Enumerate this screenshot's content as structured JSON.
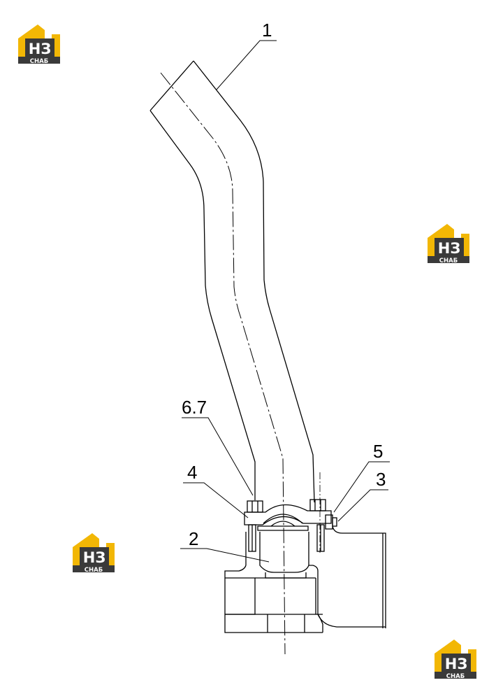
{
  "drawing": {
    "callouts": {
      "c1": "1",
      "c2": "2",
      "c3": "3",
      "c4": "4",
      "c5": "5",
      "c67": "6.7"
    }
  },
  "watermark": {
    "text_top": "НЗ",
    "text_bottom": "СНАБ",
    "colors": {
      "roof": "#F2B705",
      "dark": "#3a3a3a",
      "light": "#ffffff"
    }
  }
}
